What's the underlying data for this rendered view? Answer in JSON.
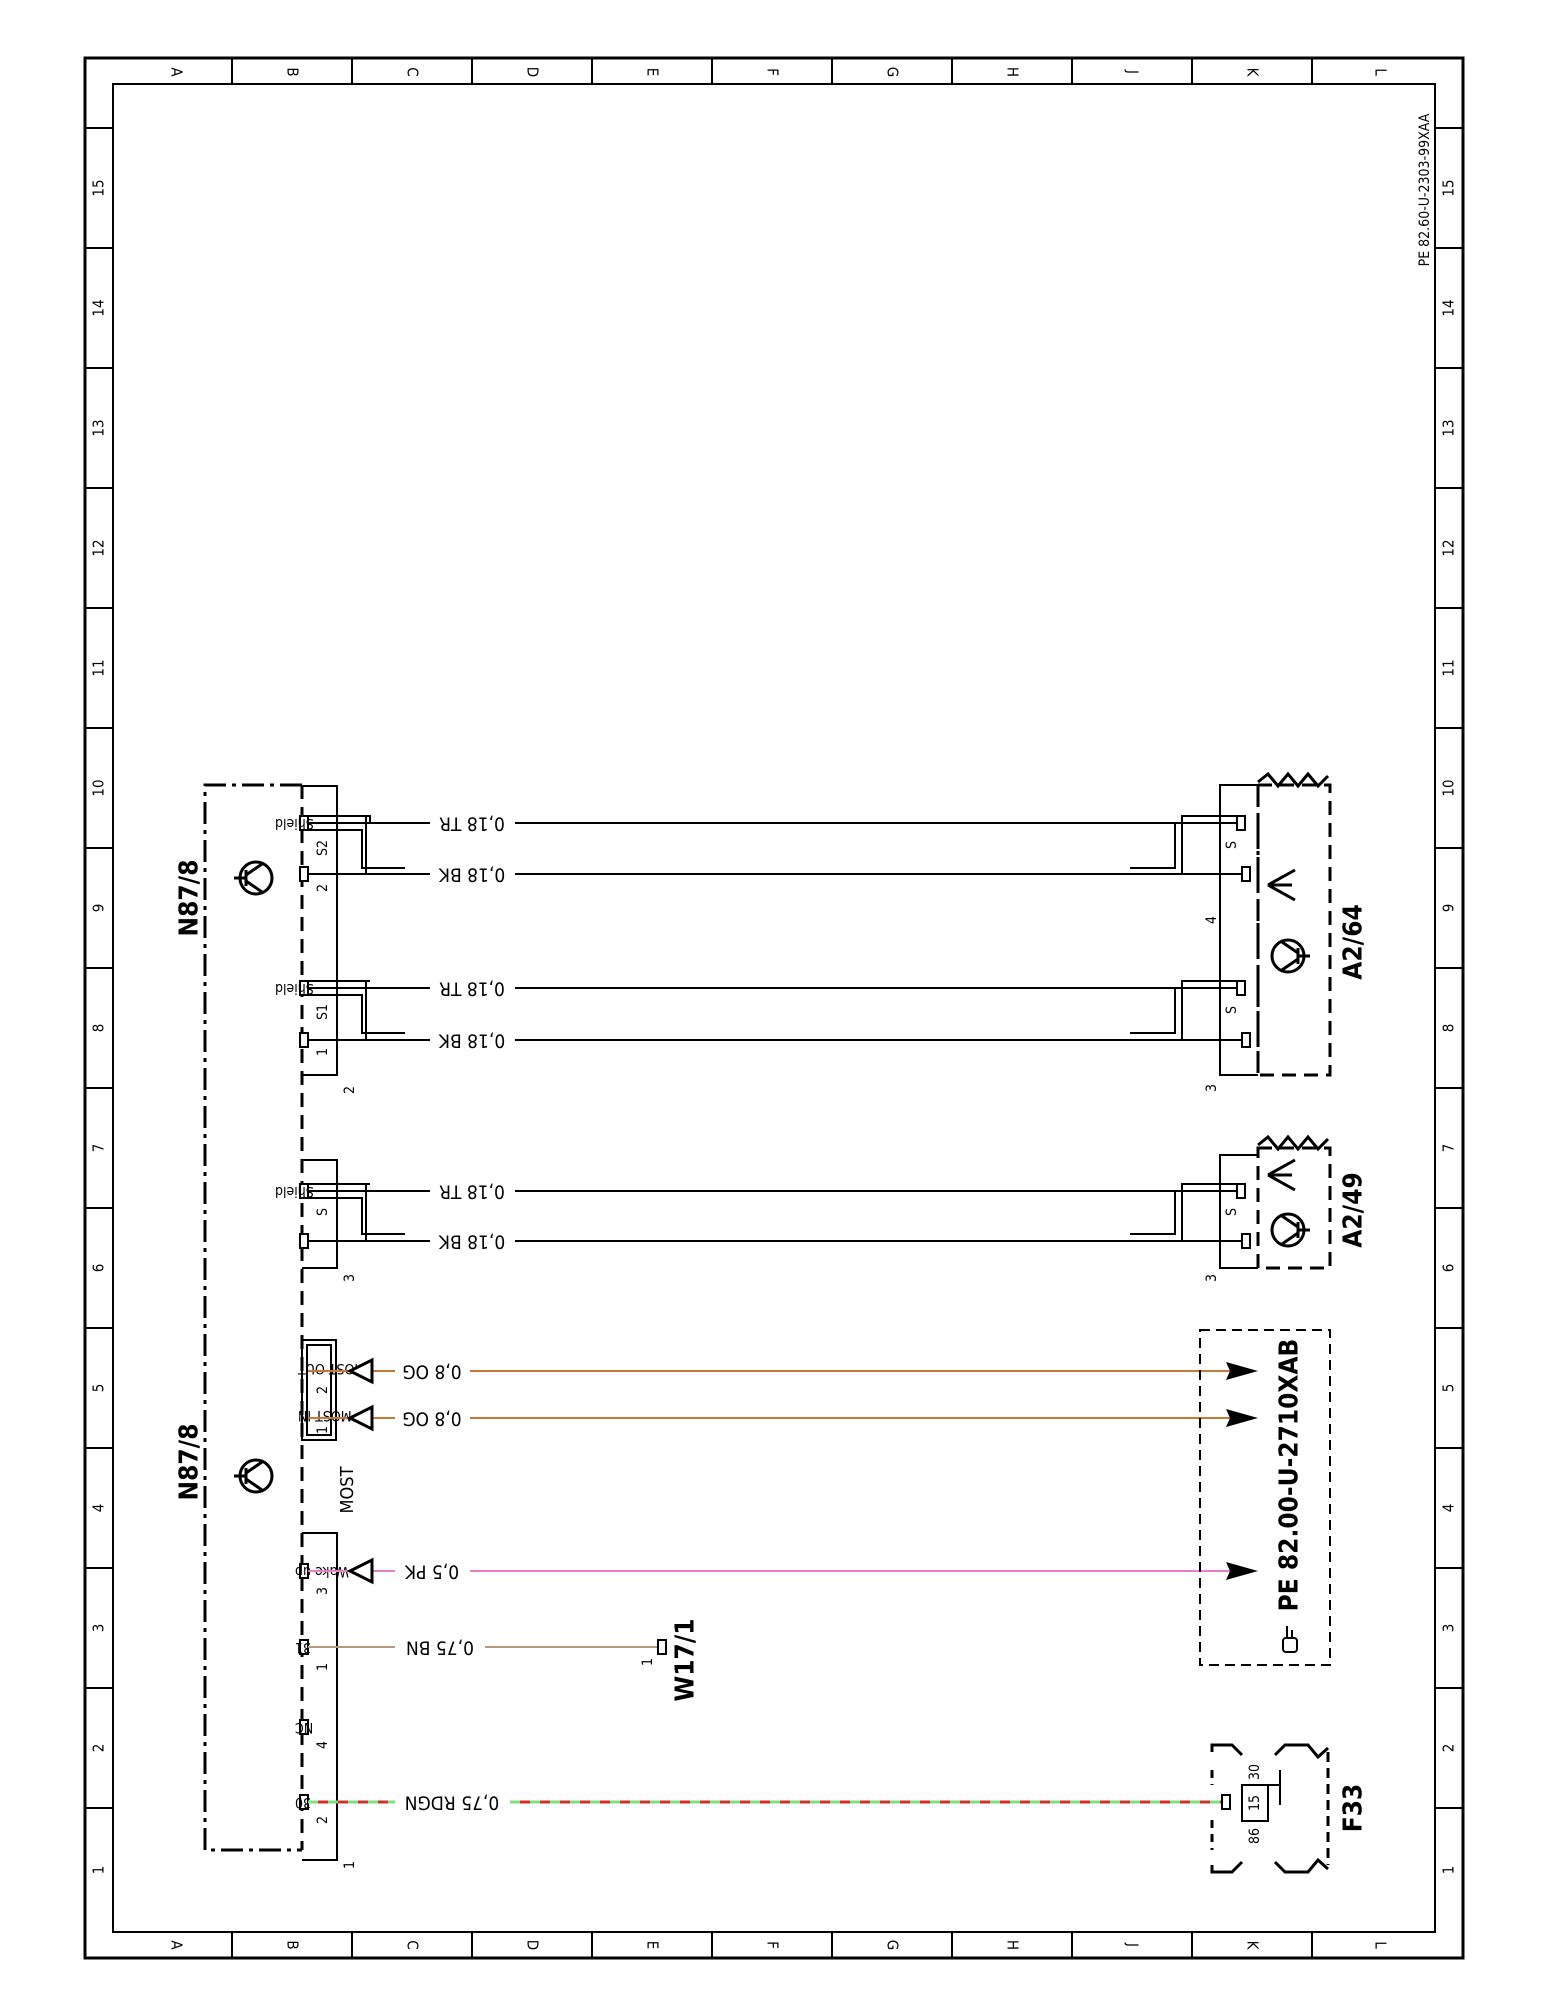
{
  "document": {
    "id": "PE 82.60-U-2303-99XAA",
    "column_labels": [
      "A",
      "B",
      "C",
      "D",
      "E",
      "F",
      "G",
      "H",
      "J",
      "K",
      "L"
    ],
    "row_labels": [
      "1",
      "2",
      "3",
      "4",
      "5",
      "6",
      "7",
      "8",
      "9",
      "10",
      "11",
      "12",
      "13",
      "14",
      "15"
    ]
  },
  "components": {
    "n87_8_upper": "N87/8",
    "n87_8_lower": "N87/8",
    "a2_64": "A2/64",
    "a2_49": "A2/49",
    "w17_1": "W17/1",
    "f33": "F33",
    "reference": "PE 82.00-U-2710XAB",
    "reference_icon": "hand-pointer-icon"
  },
  "connectors": {
    "c2": "2",
    "c3": "3",
    "most": "MOST",
    "c1": "1",
    "a2_64_pin4": "4",
    "a2_64_pin3": "3",
    "a2_49_pin3": "3",
    "w17_1_pin": "1",
    "f33_pin30": "30",
    "f33_pin86": "86",
    "f33_fuse": "15"
  },
  "pins": {
    "shield_s2": "Shield",
    "s2": "S2",
    "p2": "2",
    "shield_s1": "Shield",
    "s1": "S1",
    "p1": "1",
    "shield_s": "Shield",
    "s": "S",
    "most_out": "MOST OUT",
    "most_out_num": "2",
    "most_in": "MOST IN",
    "most_in_num": "1",
    "wake_up": "Wake up",
    "wake_num": "3",
    "t31": "31",
    "t31_num": "1",
    "nc": "NC",
    "nc_num": "4",
    "t30": "30",
    "t30_num": "2",
    "a2_64_s_upper": "S",
    "a2_64_s_lower": "S",
    "a2_49_s": "S"
  },
  "wires": {
    "w_s2_tr": "0,18 TR",
    "w_s2_bk": "0,18 BK",
    "w_s1_tr": "0,18 TR",
    "w_s1_bk": "0,18 BK",
    "w_s_tr": "0,18 TR",
    "w_s_bk": "0,18 BK",
    "w_most_out": "0,8 OG",
    "w_most_in": "0,8 OG",
    "w_wake": "0,5 PK",
    "w_31": "0,75 BN",
    "w_30": "0,75 RDGN"
  },
  "colors": {
    "frame": "#000000",
    "wire_black": "#000000",
    "wire_orange": "#c87832",
    "wire_pink": "#ea7fc8",
    "wire_brown": "#b49a7a",
    "wire_red": "#d03030",
    "wire_green": "#7ce07c"
  }
}
